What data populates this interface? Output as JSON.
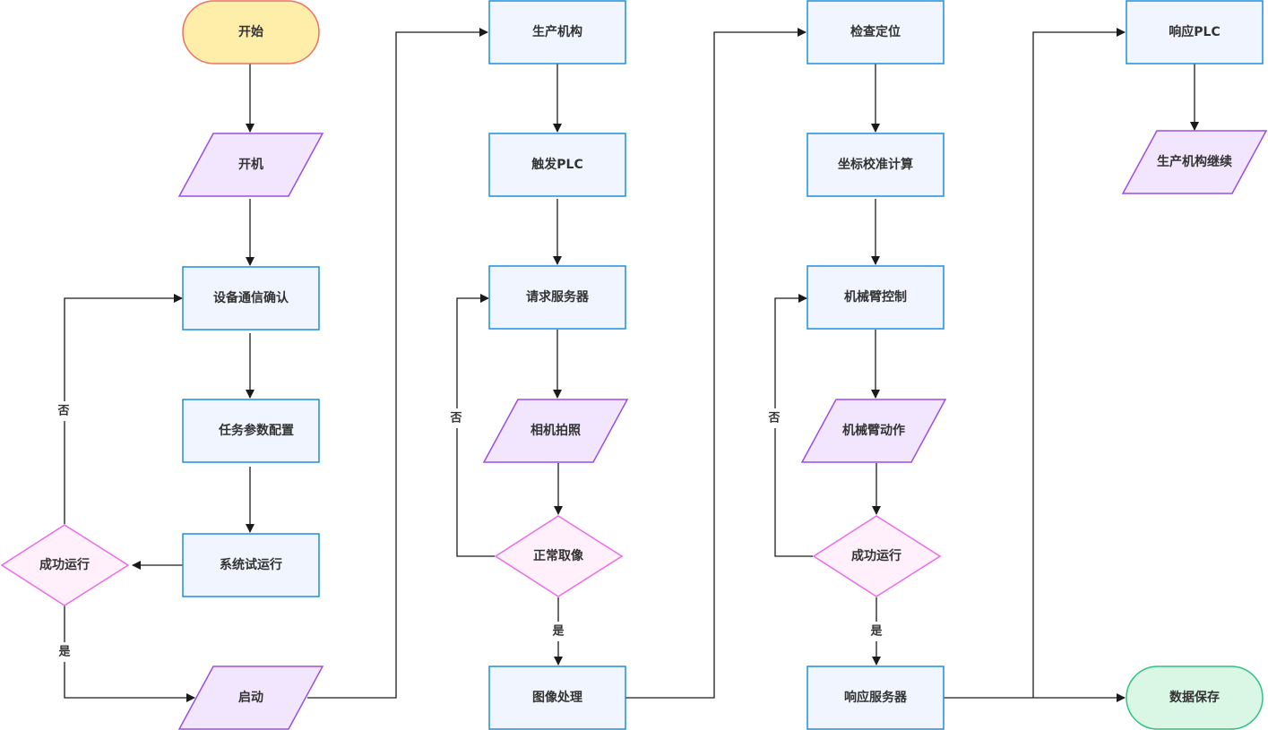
{
  "nodes": {
    "start": "开始",
    "power_on": "开机",
    "comm_confirm": "设备通信确认",
    "task_config": "任务参数配置",
    "sys_trial": "系统试运行",
    "run_ok_1": "成功运行",
    "launch": "启动",
    "prod_mech": "生产机构",
    "trigger_plc": "触发PLC",
    "request_server": "请求服务器",
    "camera_shot": "相机拍照",
    "normal_capture": "正常取像",
    "image_proc": "图像处理",
    "check_pos": "检查定位",
    "coord_calc": "坐标校准计算",
    "arm_control": "机械臂控制",
    "arm_action": "机械臂动作",
    "run_ok_2": "成功运行",
    "respond_server": "响应服务器",
    "respond_plc": "响应PLC",
    "prod_continue": "生产机构继续",
    "data_save": "数据保存"
  },
  "edge_labels": {
    "no_1": "否",
    "yes_1": "是",
    "no_2": "否",
    "yes_2": "是",
    "no_3": "否",
    "yes_3": "是"
  },
  "colors": {
    "process_fill": "#f0f5ff",
    "process_stroke": "#1b8fe0",
    "io_fill": "#f1e6fd",
    "io_stroke": "#9b4de6",
    "decision_fill": "#fff0fb",
    "decision_stroke": "#ec6ae8",
    "start_fill": "#ffeeaa",
    "start_stroke": "#ee7060",
    "end_fill": "#daf7e6",
    "end_stroke": "#2ec27e",
    "edge": "#1a1a1a"
  }
}
